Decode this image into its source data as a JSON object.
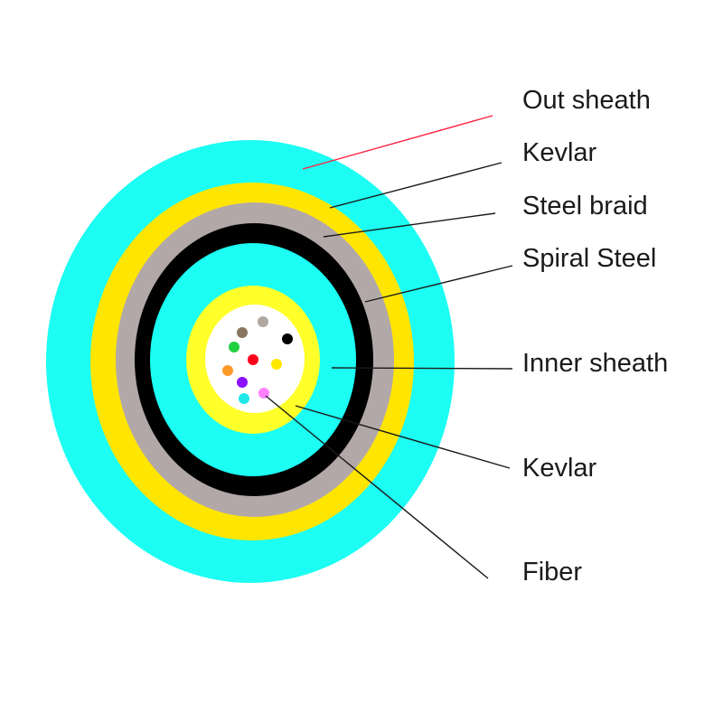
{
  "labels": {
    "out_sheath": "Out sheath",
    "kevlar_outer": "Kevlar",
    "steel_braid": "Steel braid",
    "spiral_steel": "Spiral Steel",
    "inner_sheath": "Inner sheath",
    "kevlar_inner": "Kevlar",
    "fiber": "Fiber"
  },
  "colors": {
    "out_sheath": "#1cfdf3",
    "kevlar_outer": "#ffe602",
    "steel_braid": "#b3a8a8",
    "spiral_steel": "#000000",
    "inner_sheath": "#1cfdf3",
    "kevlar_inner": "#ffff2a",
    "core": "#ffffff",
    "out_sheath_leader": "#ff2040",
    "leader": "#1a1a1a"
  },
  "fibers": [
    {
      "name": "gray-fiber",
      "color": "#b0a8a0"
    },
    {
      "name": "brown-fiber",
      "color": "#8a7560"
    },
    {
      "name": "green-fiber",
      "color": "#20d040"
    },
    {
      "name": "red-fiber",
      "color": "#ff0018"
    },
    {
      "name": "black-fiber",
      "color": "#000000"
    },
    {
      "name": "orange-fiber",
      "color": "#ff9a2a"
    },
    {
      "name": "yellow-fiber",
      "color": "#ffe800"
    },
    {
      "name": "purple-fiber",
      "color": "#8a10ff"
    },
    {
      "name": "cyan-fiber",
      "color": "#1ee8e8"
    },
    {
      "name": "pink-fiber",
      "color": "#ff80ff"
    }
  ]
}
